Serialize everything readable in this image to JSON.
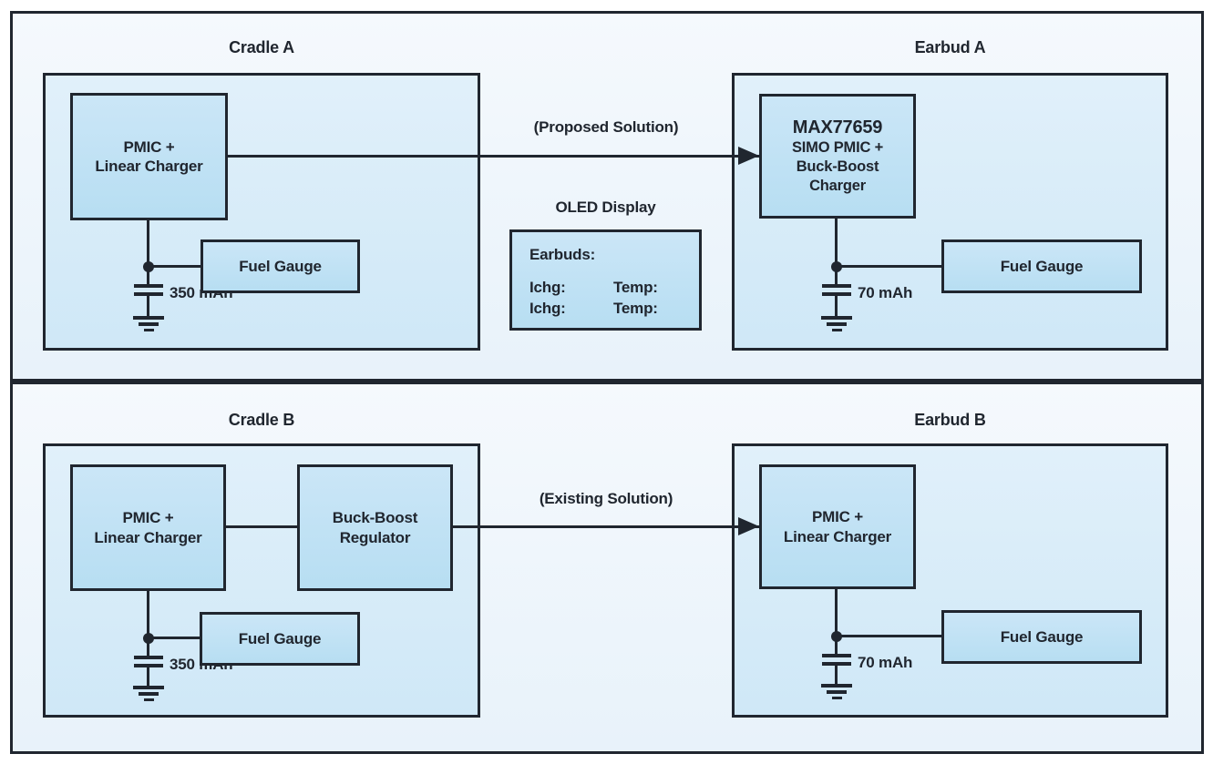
{
  "colors": {
    "outline": "#20262f",
    "panel_fill": "#eef5fc",
    "container_fill": "#d8ecf8",
    "block_fill": "#c0e2f4",
    "text": "#20262f",
    "background": "#ffffff"
  },
  "top": {
    "cradle": {
      "title": "Cradle A",
      "pmic_label": "PMIC +\nLinear Charger",
      "fuel_label": "Fuel Gauge",
      "battery_label": "350 mAh"
    },
    "arrow_label": "(Proposed Solution)",
    "oled": {
      "title": "OLED Display",
      "heading": "Earbuds:",
      "rows": [
        [
          "Ichg:",
          "Temp:"
        ],
        [
          "Ichg:",
          "Temp:"
        ]
      ]
    },
    "earbud": {
      "title": "Earbud A",
      "chip_name": "MAX77659",
      "chip_sub": "SIMO PMIC +\nBuck-Boost\nCharger",
      "fuel_label": "Fuel Gauge",
      "battery_label": "70 mAh"
    }
  },
  "bottom": {
    "cradle": {
      "title": "Cradle B",
      "pmic_label": "PMIC +\nLinear Charger",
      "buckboost_label": "Buck-Boost\nRegulator",
      "fuel_label": "Fuel Gauge",
      "battery_label": "350 mAh"
    },
    "arrow_label": "(Existing Solution)",
    "earbud": {
      "title": "Earbud B",
      "pmic_label": "PMIC +\nLinear Charger",
      "fuel_label": "Fuel Gauge",
      "battery_label": "70 mAh"
    }
  }
}
